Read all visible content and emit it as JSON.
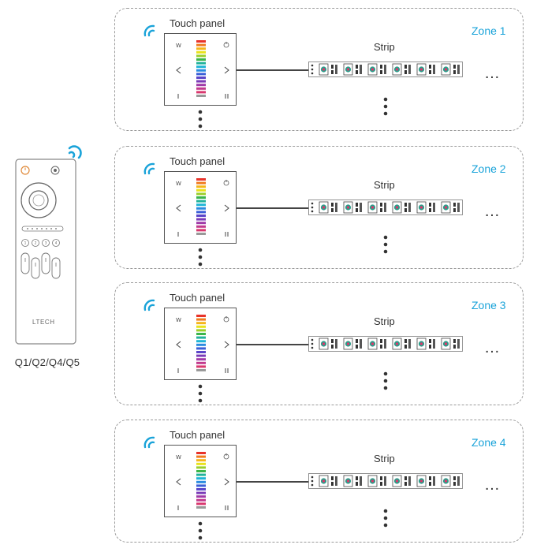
{
  "remote": {
    "brand": "LTECH",
    "caption": "Q1/Q2/Q4/Q5"
  },
  "colors": {
    "accent": "#1aa3d9",
    "border": "#9a9a9a",
    "line": "#444444"
  },
  "zones": [
    {
      "label": "Zone 1",
      "panel_title": "Touch panel",
      "strip_title": "Strip",
      "ellipsis": "…"
    },
    {
      "label": "Zone 2",
      "panel_title": "Touch panel",
      "strip_title": "Strip",
      "ellipsis": "…"
    },
    {
      "label": "Zone 3",
      "panel_title": "Touch panel",
      "strip_title": "Strip",
      "ellipsis": "…"
    },
    {
      "label": "Zone 4",
      "panel_title": "Touch panel",
      "strip_title": "Strip",
      "ellipsis": "…"
    }
  ],
  "icons": [
    "wifi-icon",
    "power-icon",
    "remote-control-icon",
    "touch-panel-icon",
    "led-strip-icon"
  ]
}
